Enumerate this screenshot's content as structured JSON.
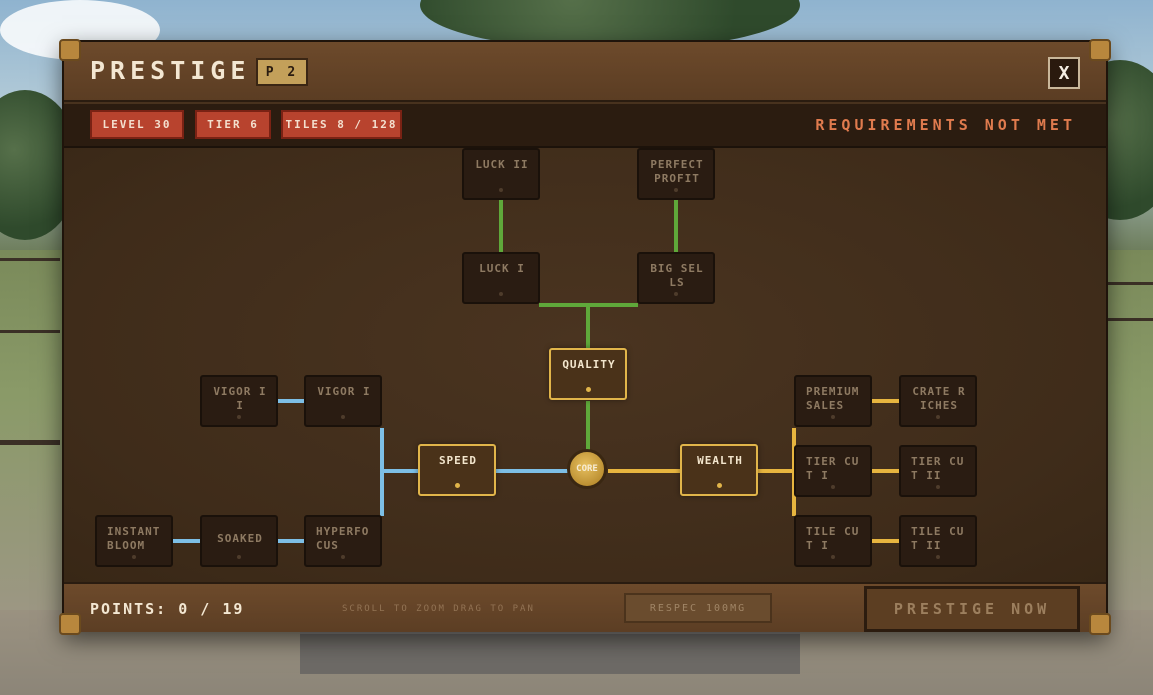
{
  "header": {
    "title": "PRESTIGE",
    "badge": "P 2",
    "close_label": "X"
  },
  "infobar": {
    "level": "LEVEL 30",
    "tier": "TIER 6",
    "tiles": "TILES 8 / 128",
    "requirements": "REQUIREMENTS NOT MET",
    "chip_color": "#b8432e",
    "requirements_color": "#e07b4e"
  },
  "tree": {
    "core_label": "CORE",
    "colors": {
      "quality": "#5fa83a",
      "speed": "#7dbfe6",
      "wealth": "#e7b53f",
      "major_border": "#e1b54a"
    },
    "nodes": {
      "luck_ii": "LUCK II",
      "perfect_profit": "PERFECT PROFIT",
      "luck_i": "LUCK I",
      "big_sells": "BIG SELLS",
      "quality": "QUALITY",
      "vigor_ii": "VIGOR II",
      "vigor_i": "VIGOR I",
      "speed": "SPEED",
      "wealth": "WEALTH",
      "premium_sales": "PREMIUM SALES",
      "crate_riches": "CRATE RICHES",
      "tier_cut_i": "TIER CUT I",
      "tier_cut_ii": "TIER CUT II",
      "instant_bloom": "INSTANT BLOOM",
      "soaked": "SOAKED",
      "hyperfocus": "HYPERFOCUS",
      "tile_cut_i": "TILE CUT I",
      "tile_cut_ii": "TILE CUT II"
    }
  },
  "footer": {
    "points": "POINTS: 0 / 19",
    "hint": "SCROLL TO ZOOM DRAG TO PAN",
    "respec": "RESPEC 100MG",
    "prestige_now": "PRESTIGE NOW"
  }
}
